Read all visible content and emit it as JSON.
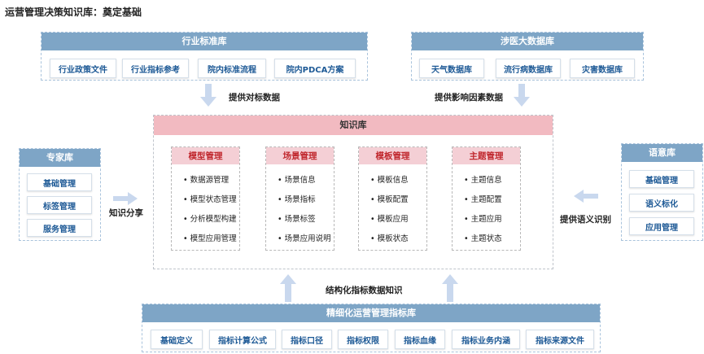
{
  "page_title": "运营管理决策知识库：奠定基础",
  "industry_std": {
    "title": "行业标准库",
    "items": [
      "行业政策文件",
      "行业指标参考",
      "院内标准流程",
      "院内PDCA方案"
    ]
  },
  "medical_big_data": {
    "title": "涉医大数据库",
    "items": [
      "天气数据库",
      "流行病数据库",
      "灾害数据库"
    ]
  },
  "flow_labels": {
    "benchmark": "提供对标数据",
    "impact": "提供影响因素数据",
    "knowledge_share": "知识分享",
    "semantic": "提供语义识别",
    "structured": "结构化指标数据知识"
  },
  "knowledge_base": {
    "title": "知识库",
    "cards": [
      {
        "title": "模型管理",
        "items": [
          "数据源管理",
          "模型状态管理",
          "分析模型构建",
          "模型应用管理"
        ]
      },
      {
        "title": "场景管理",
        "items": [
          "场景信息",
          "场景指标",
          "场景标签",
          "场景应用说明"
        ]
      },
      {
        "title": "模板管理",
        "items": [
          "模板信息",
          "模板配置",
          "模板应用",
          "模板状态"
        ]
      },
      {
        "title": "主题管理",
        "items": [
          "主题信息",
          "主题配置",
          "主题应用",
          "主题状态"
        ]
      }
    ]
  },
  "expert": {
    "title": "专家库",
    "items": [
      "基础管理",
      "标签管理",
      "服务管理"
    ]
  },
  "semantic_lib": {
    "title": "语意库",
    "items": [
      "基础管理",
      "语义标化",
      "应用管理"
    ]
  },
  "indicator_lib": {
    "title": "精细化运营管理指标库",
    "items": [
      "基础定义",
      "指标计算公式",
      "指标口径",
      "指标权限",
      "指标血缘",
      "指标业务内涵",
      "指标来源文件"
    ]
  },
  "colors": {
    "panel_head": "#7ea5c6",
    "chip_text": "#1e5a96",
    "kb_head": "#f2bac1",
    "card_head": "#f4cfd5",
    "card_head_text": "#c0272d",
    "arrow": "#c9d8ee"
  }
}
